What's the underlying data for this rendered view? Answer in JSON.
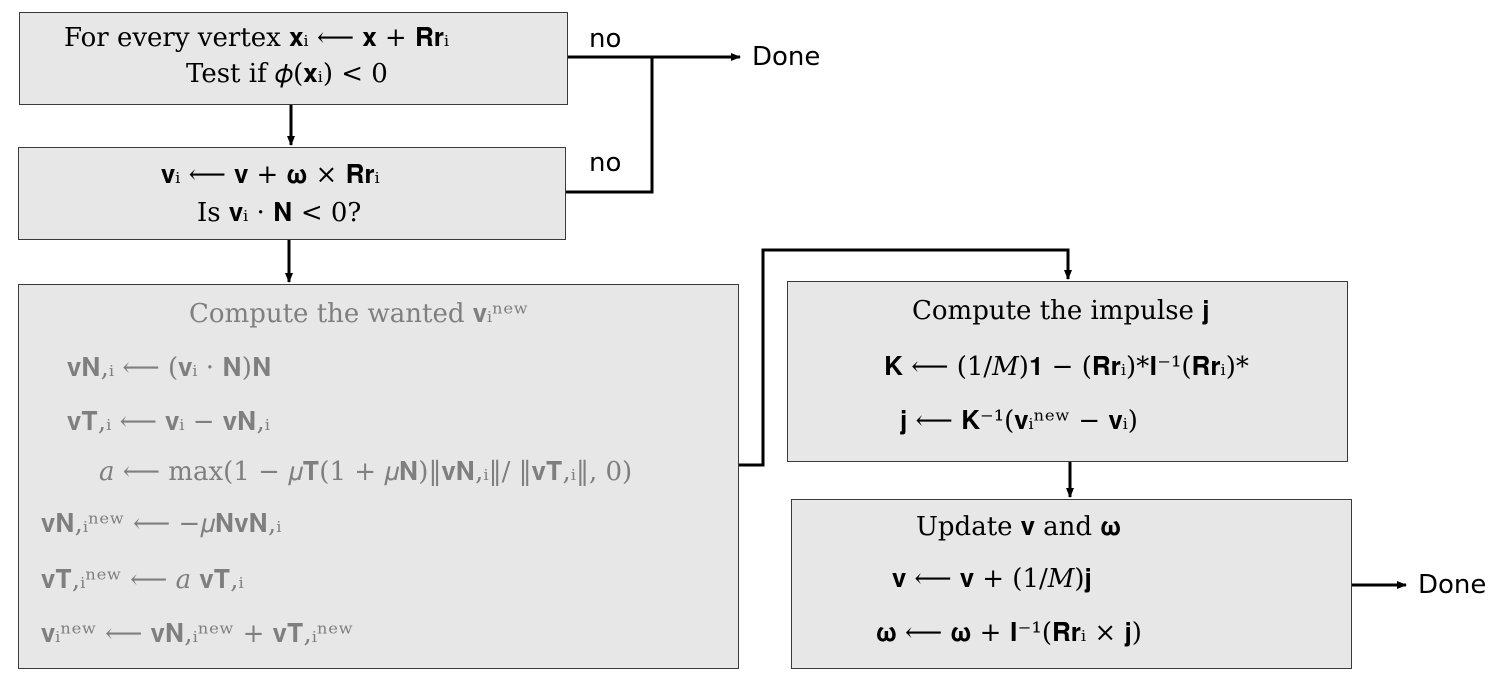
{
  "box_test_vertex": {
    "line1": "For every vertex 𝐱ᵢ ⟵ 𝐱 + 𝐑𝐫ᵢ",
    "line2": "Test if 𝜙(𝐱ᵢ) < 0"
  },
  "box_velocity": {
    "line1": "𝐯ᵢ ⟵ 𝐯 + 𝛚 × 𝐑𝐫ᵢ",
    "line2": "Is 𝐯ᵢ · 𝐍 < 0?"
  },
  "box_wanted_velocity": {
    "title": "Compute the wanted 𝐯ᵢⁿᵉʷ",
    "eq1": "𝐯𝐍,ᵢ ⟵ (𝐯ᵢ · 𝐍)𝐍",
    "eq2": "𝐯𝐓,ᵢ ⟵ 𝐯ᵢ − 𝐯𝐍,ᵢ",
    "eq3": "𝑎 ⟵ max(1 − 𝜇𝐓(1 + 𝜇𝐍)‖𝐯𝐍,ᵢ‖/ ‖𝐯𝐓,ᵢ‖, 0)",
    "eq4": "𝐯𝐍,ᵢⁿᵉʷ ⟵ −𝜇𝐍𝐯𝐍,ᵢ",
    "eq5": "𝐯𝐓,ᵢⁿᵉʷ ⟵ 𝑎 𝐯𝐓,ᵢ",
    "eq6": "𝐯ᵢⁿᵉʷ ⟵ 𝐯𝐍,ᵢⁿᵉʷ + 𝐯𝐓,ᵢⁿᵉʷ"
  },
  "box_impulse": {
    "title": "Compute the impulse 𝐣",
    "eq1": "𝐊 ⟵ (1/𝑀)𝟏 − (𝐑𝐫ᵢ)*𝐈⁻¹(𝐑𝐫ᵢ)*",
    "eq2": "𝐣 ⟵ 𝐊⁻¹(𝐯ᵢⁿᵉʷ − 𝐯ᵢ)"
  },
  "box_update": {
    "title": "Update 𝐯 and 𝛚",
    "eq1": "𝐯 ⟵ 𝐯 + (1/𝑀)𝐣",
    "eq2": "𝛚 ⟵ 𝛚 + 𝐈⁻¹(𝐑𝐫ᵢ × 𝐣)"
  },
  "edge_labels": {
    "no_top": "no",
    "no_middle": "no"
  },
  "terminals": {
    "done_top": "Done",
    "done_bottom": "Done"
  },
  "colors": {
    "box_fill": "#e7e7e7",
    "box_border": "#3a3a3a",
    "gray_text": "#7f7f7f",
    "line": "#000000"
  }
}
